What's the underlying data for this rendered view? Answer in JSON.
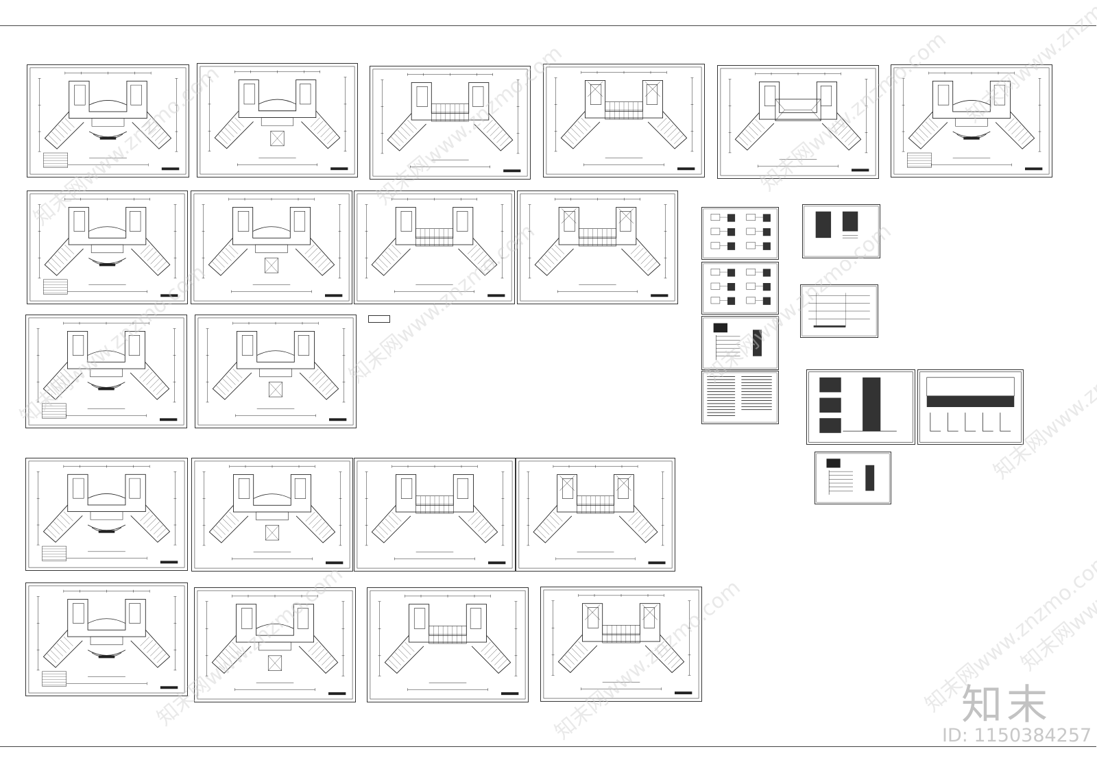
{
  "sheets": [
    {
      "kind": "plan",
      "variant": "full"
    },
    {
      "kind": "plan",
      "variant": "ground"
    },
    {
      "kind": "plan",
      "variant": "upper"
    },
    {
      "kind": "plan",
      "variant": "top"
    },
    {
      "kind": "plan",
      "variant": "roof"
    },
    {
      "kind": "plan",
      "variant": "full"
    },
    {
      "kind": "plan",
      "variant": "full"
    },
    {
      "kind": "plan",
      "variant": "ground"
    },
    {
      "kind": "plan",
      "variant": "upper"
    },
    {
      "kind": "plan",
      "variant": "top"
    },
    {
      "kind": "plan",
      "variant": "full"
    },
    {
      "kind": "plan",
      "variant": "ground"
    },
    {
      "kind": "plan",
      "variant": "full"
    },
    {
      "kind": "plan",
      "variant": "ground"
    },
    {
      "kind": "plan",
      "variant": "upper"
    },
    {
      "kind": "plan",
      "variant": "top"
    },
    {
      "kind": "plan",
      "variant": "full"
    },
    {
      "kind": "plan",
      "variant": "ground"
    },
    {
      "kind": "plan",
      "variant": "upper"
    },
    {
      "kind": "plan",
      "variant": "top"
    },
    {
      "kind": "schematic",
      "variant": "blocks"
    },
    {
      "kind": "schematic",
      "variant": "blocks"
    },
    {
      "kind": "schematic",
      "variant": "riser"
    },
    {
      "kind": "schematic",
      "variant": "notes"
    },
    {
      "kind": "schematic",
      "variant": "table"
    },
    {
      "kind": "schematic",
      "variant": "lines"
    },
    {
      "kind": "schematic",
      "variant": "panels"
    },
    {
      "kind": "schematic",
      "variant": "wide"
    },
    {
      "kind": "schematic",
      "variant": "riser"
    }
  ],
  "watermark": {
    "site": "www.znzmo.com",
    "brand": "知末网",
    "logo": "知末",
    "id_text": "ID: 1150384257"
  }
}
